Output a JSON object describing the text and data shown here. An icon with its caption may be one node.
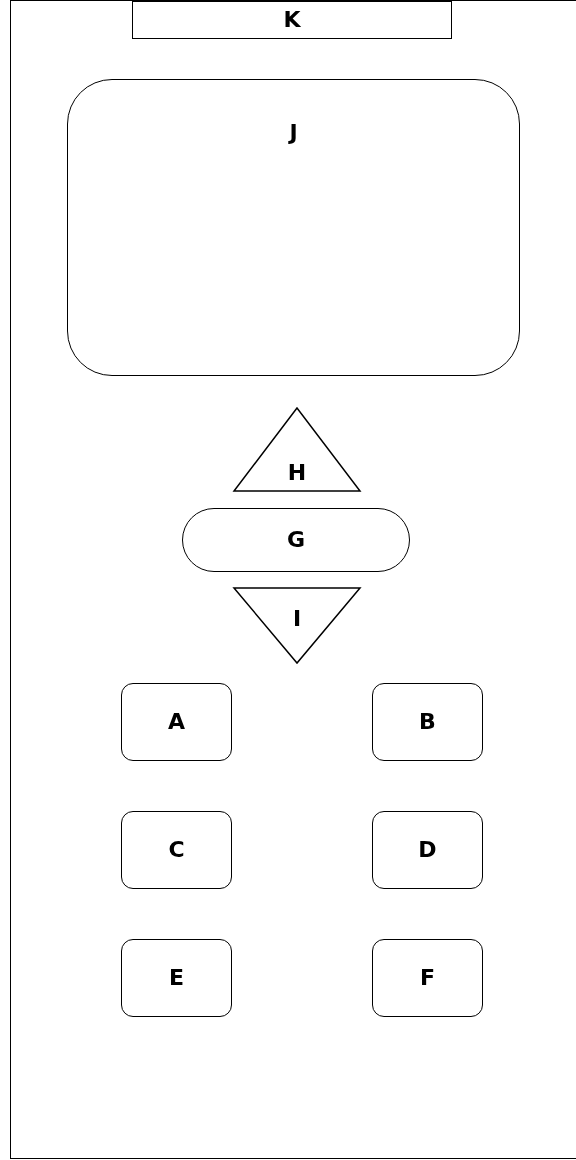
{
  "diagram": {
    "nodes": [
      {
        "text": [],
        "shape": "box"
      },
      {
        "text": [
          "K"
        ],
        "in": 0
      },
      {
        "text": [
          "J"
        ],
        "in": 0
      },
      {
        "text": [
          "H"
        ],
        "in": 0
      },
      {
        "text": [
          "G"
        ],
        "in": 0
      },
      {
        "text": [
          "I"
        ],
        "in": 0
      },
      {
        "text": [
          "A"
        ],
        "in": 0
      },
      {
        "text": [
          "B"
        ],
        "in": 0
      },
      {
        "text": [
          "C"
        ],
        "in": 0
      },
      {
        "text": [
          "D"
        ],
        "in": 0
      },
      {
        "text": [
          "E"
        ],
        "in": 0
      },
      {
        "text": [
          "F"
        ],
        "in": 0
      }
    ]
  }
}
